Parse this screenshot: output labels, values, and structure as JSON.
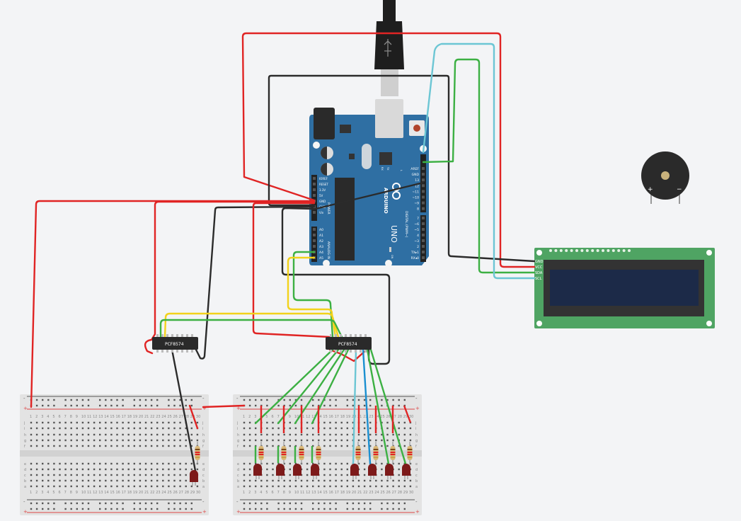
{
  "colors": {
    "background": "#f3f4f6",
    "arduino_board": "#2f6fa3",
    "lcd_board": "#4fa463",
    "lcd_screen": "#1c2a48",
    "wire_red": "#e02424",
    "wire_black": "#2b2b2b",
    "wire_green": "#3cb043",
    "wire_cyan": "#6cc6d4",
    "wire_blue": "#1a8fd0",
    "wire_yellow": "#f2d21b",
    "led": "#7d1a1a"
  },
  "arduino": {
    "brand": "ARDUINO",
    "model": "UNO",
    "power_header_label": "POWER",
    "analog_header_label": "ANALOG IN",
    "digital_header_label": "DIGITAL (PWM~)",
    "power_pins": [
      "IOREF",
      "RESET",
      "3.3V",
      "5V",
      "GND",
      "GND",
      "Vin"
    ],
    "analog_pins": [
      "A0",
      "A1",
      "A2",
      "A3",
      "A4",
      "A5"
    ],
    "digital_pins_top": [
      "AREF",
      "GND",
      "13",
      "12",
      "~11",
      "~10",
      "~9",
      "8"
    ],
    "digital_pins_bottom": [
      "7",
      "~6",
      "~5",
      "4",
      "~3",
      "2",
      "TX▸1",
      "RX◂0"
    ],
    "tx_label": "TX",
    "rx_label": "RX",
    "l_label": "L",
    "on_label": "ON"
  },
  "chips": [
    {
      "label": "PCF8574"
    },
    {
      "label": "PCF8574"
    }
  ],
  "lcd": {
    "pins": [
      "GND",
      "VCC",
      "SDA",
      "SCL"
    ]
  },
  "buzzer": {
    "plus": "+",
    "minus": "−"
  },
  "breadboard": {
    "rail_plus": "+",
    "rail_minus": "-",
    "top_rows": [
      "j",
      "i",
      "h",
      "g",
      "f"
    ],
    "bottom_rows": [
      "e",
      "d",
      "c",
      "b",
      "a"
    ],
    "columns": [
      "1",
      "2",
      "3",
      "4",
      "5",
      "6",
      "7",
      "8",
      "9",
      "10",
      "11",
      "12",
      "13",
      "14",
      "15",
      "16",
      "17",
      "18",
      "19",
      "20",
      "21",
      "22",
      "23",
      "24",
      "25",
      "26",
      "27",
      "28",
      "29",
      "30"
    ]
  }
}
